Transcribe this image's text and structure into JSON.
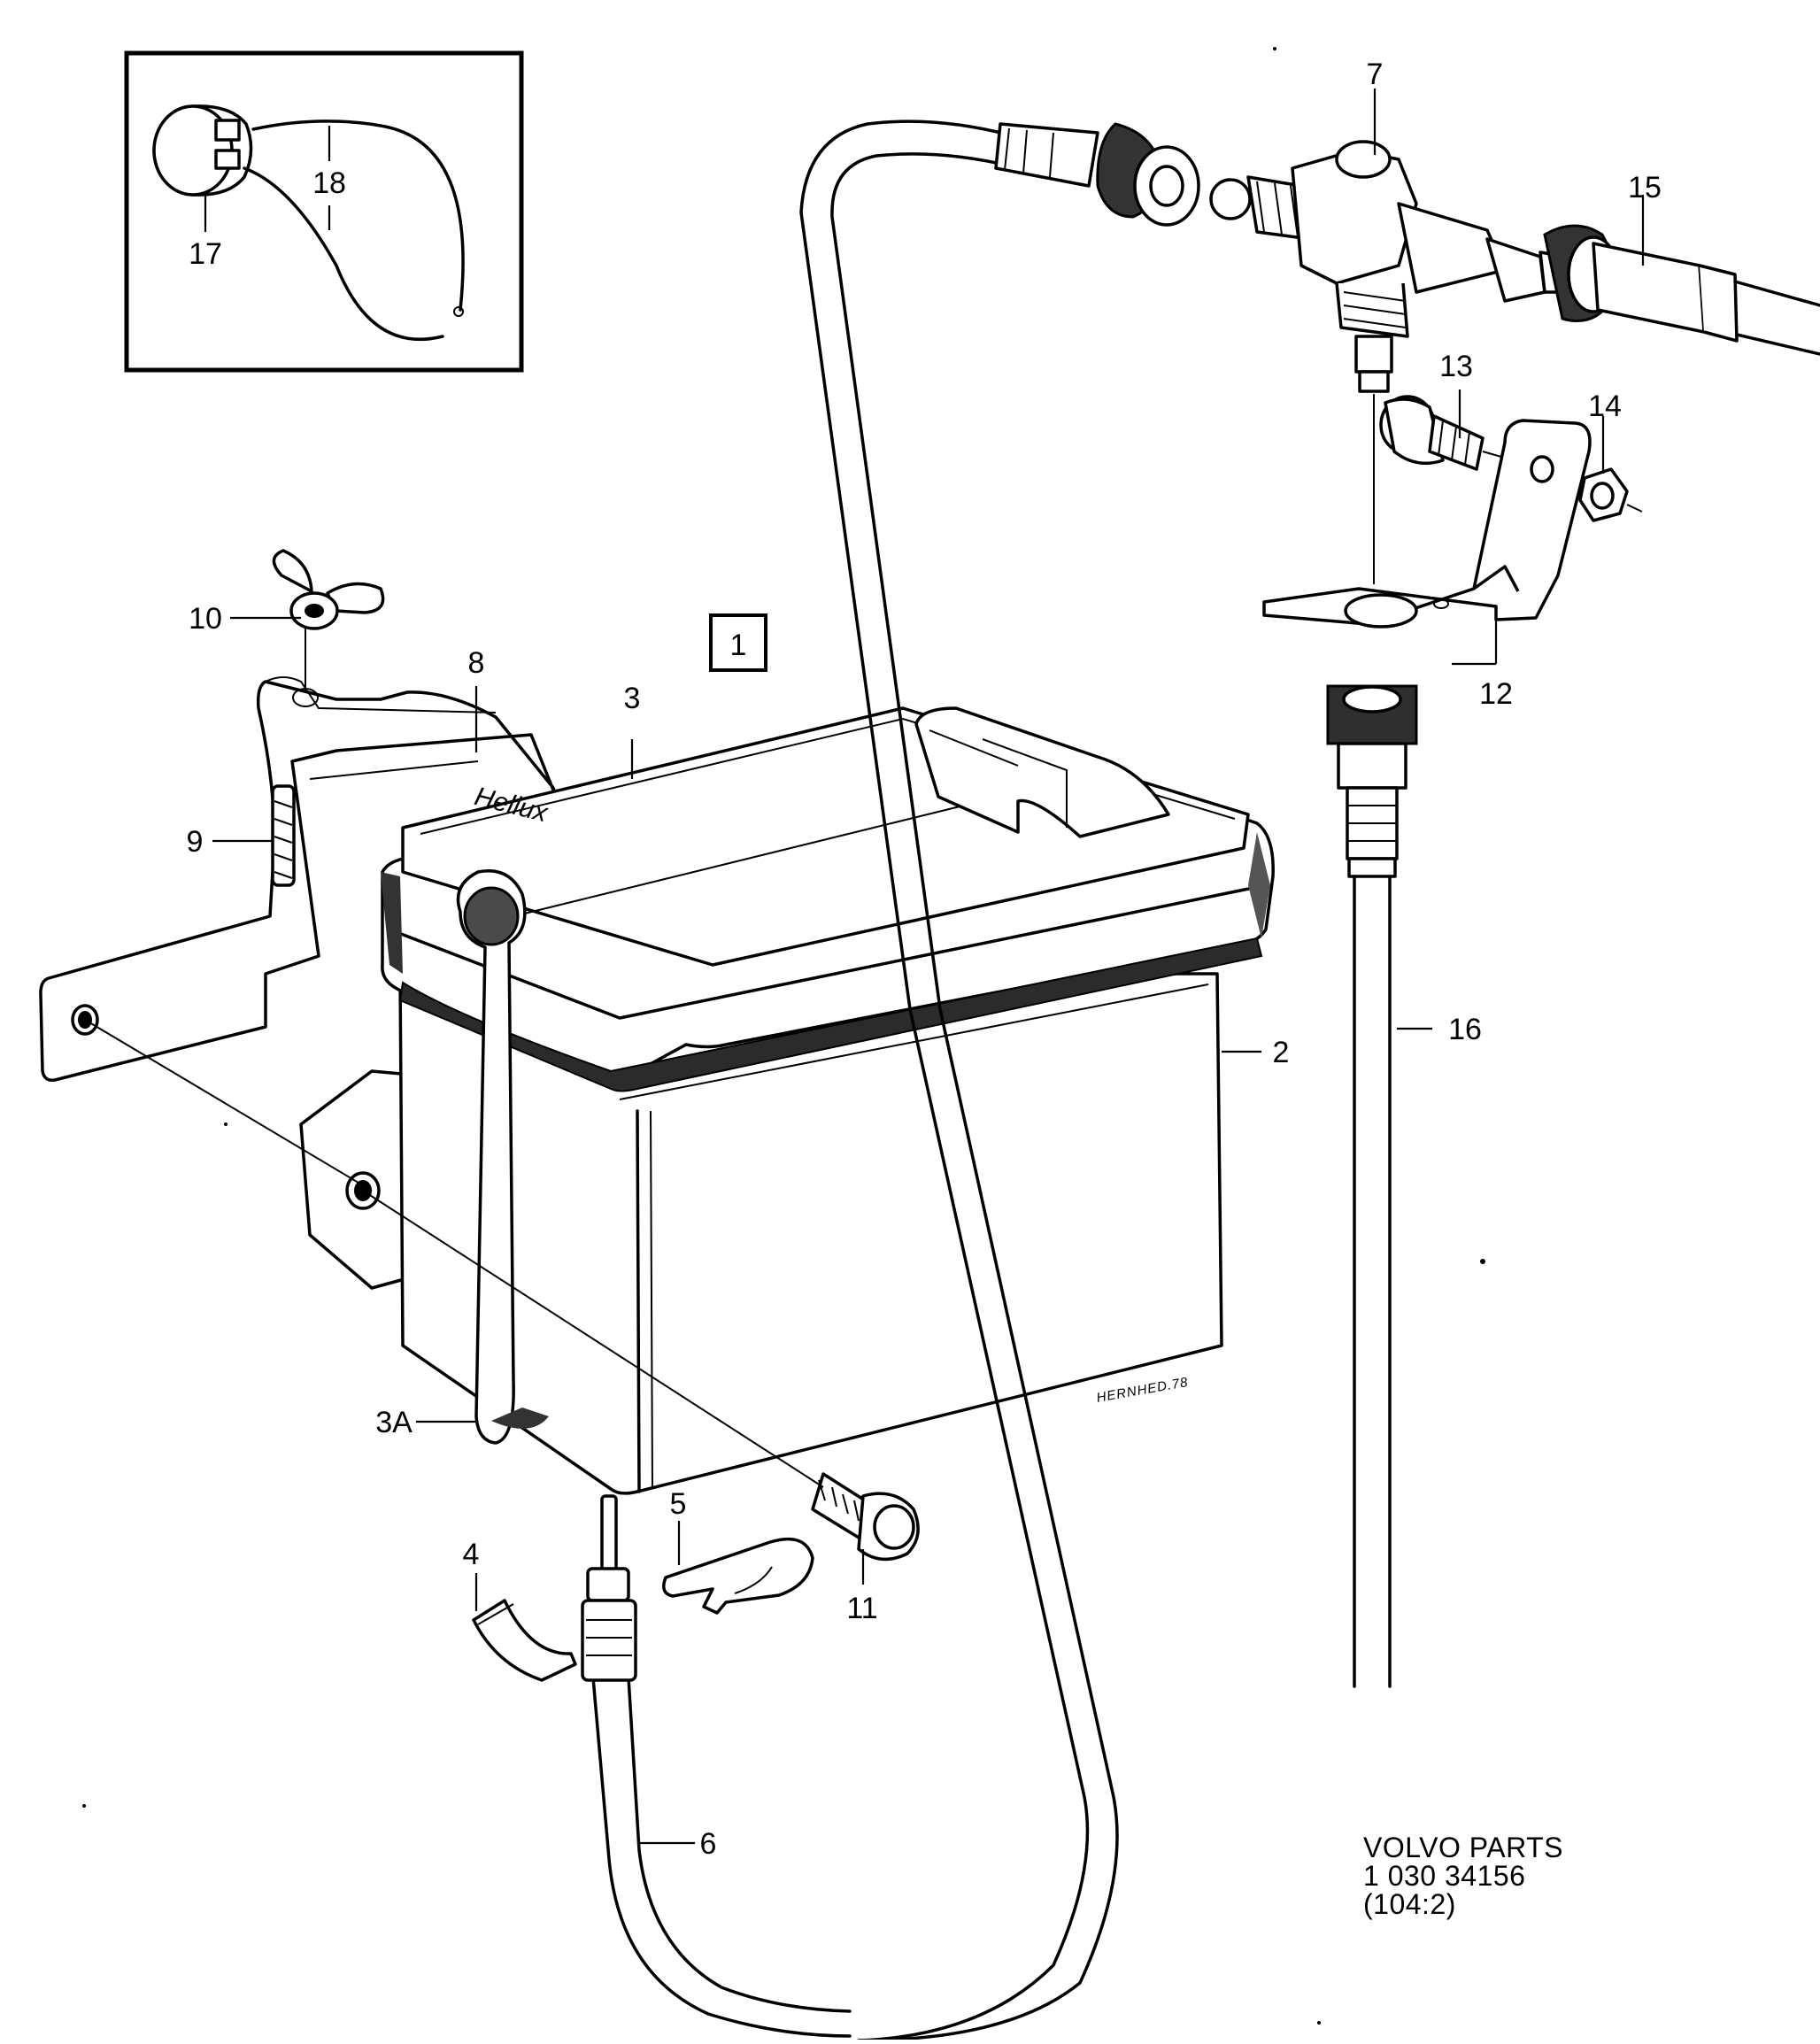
{
  "reference_box": "1",
  "signature": "HERNHED.78",
  "lid_lettering": "Hellux",
  "callouts": {
    "c2": "2",
    "c3": "3",
    "c3a": "3A",
    "c4": "4",
    "c5": "5",
    "c6": "6",
    "c7": "7",
    "c8": "8",
    "c9": "9",
    "c10": "10",
    "c11": "11",
    "c12": "12",
    "c13": "13",
    "c14": "14",
    "c15": "15",
    "c16": "16",
    "c17": "17",
    "c18": "18"
  },
  "footer": {
    "brand": "VOLVO PARTS",
    "number": "1 030 34156",
    "page": "(104:2)"
  }
}
